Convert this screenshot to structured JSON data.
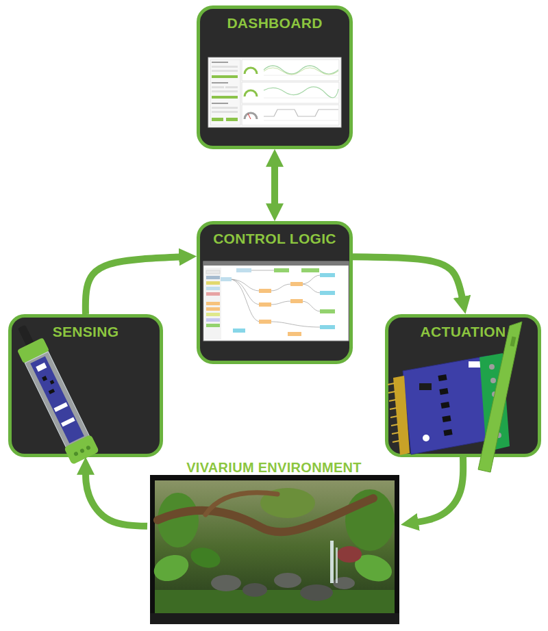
{
  "diagram": {
    "nodes": [
      {
        "text": [
          "DASHBOARD"
        ]
      },
      {
        "text": [
          "CONTROL LOGIC"
        ]
      },
      {
        "text": [
          "SENSING"
        ]
      },
      {
        "text": [
          "ACTUATION"
        ]
      },
      {
        "text": [
          "VIVARIUM ENVIRONMENT"
        ]
      }
    ],
    "edges": [
      {
        "from": 0,
        "to": 1,
        "arrow": "both"
      },
      {
        "from": 2,
        "to": 1,
        "arrow": "to"
      },
      {
        "from": 1,
        "to": 3,
        "arrow": "to"
      },
      {
        "from": 3,
        "to": 4,
        "arrow": "to"
      },
      {
        "from": 4,
        "to": 2,
        "arrow": "to"
      }
    ]
  }
}
